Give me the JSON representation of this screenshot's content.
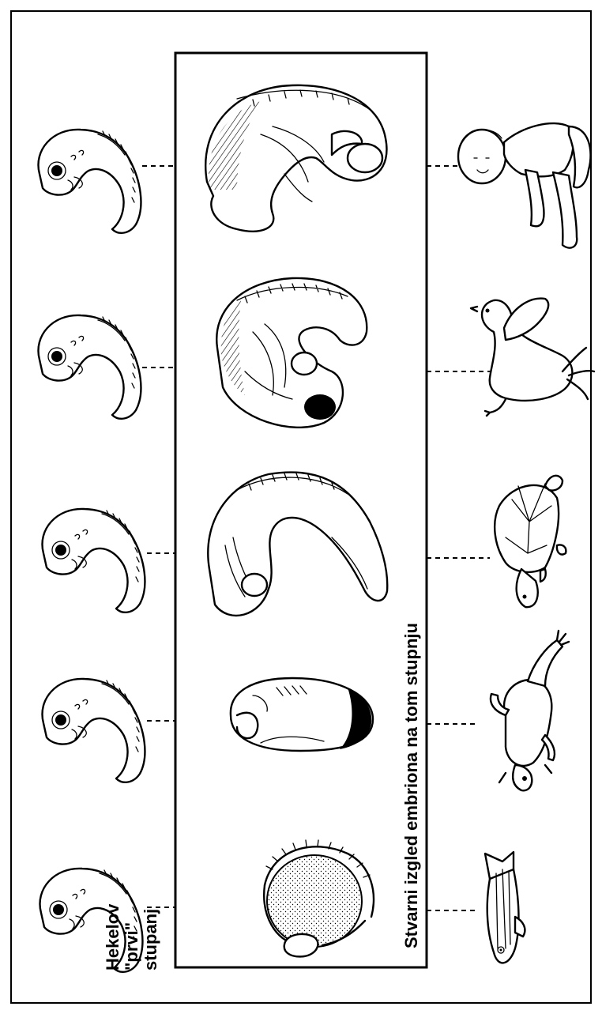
{
  "labels": {
    "haeckel_stage_line1": "Hekelov",
    "haeckel_stage_line2": "\"prvi\"",
    "haeckel_stage_line3": "stupanj",
    "actual_appearance": "Stvarni izgled embriona na tom stupnju"
  },
  "rows": [
    {
      "organism": "human",
      "haeckel_drawing": "haeckel-embryo-icon",
      "actual_embryo": "human-embryo-icon",
      "adult": "baby-icon"
    },
    {
      "organism": "chicken",
      "haeckel_drawing": "haeckel-embryo-icon",
      "actual_embryo": "chicken-embryo-icon",
      "adult": "chicken-icon"
    },
    {
      "organism": "turtle",
      "haeckel_drawing": "haeckel-embryo-icon",
      "actual_embryo": "turtle-embryo-icon",
      "adult": "turtle-icon"
    },
    {
      "organism": "frog",
      "haeckel_drawing": "haeckel-embryo-icon",
      "actual_embryo": "frog-embryo-icon",
      "adult": "frog-icon"
    },
    {
      "organism": "fish",
      "haeckel_drawing": "haeckel-embryo-icon",
      "actual_embryo": "fish-embryo-icon",
      "adult": "fish-icon"
    }
  ]
}
